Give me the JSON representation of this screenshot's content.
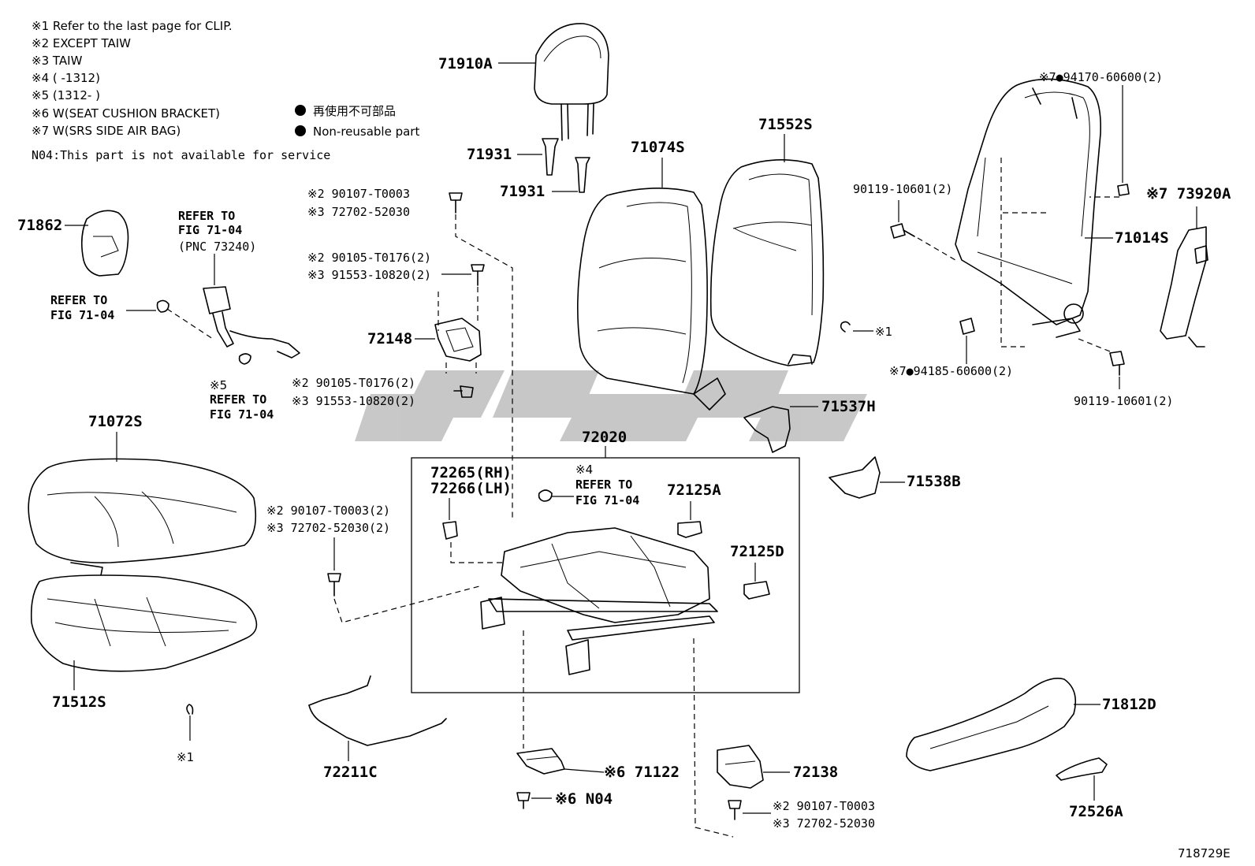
{
  "notes": [
    "※1 Refer to the last page for CLIP.",
    "※2 EXCEPT TAIW",
    "※3 TAIW",
    "※4 (      -1312)",
    "※5 (1312-      )",
    "※6 W(SEAT CUSHION BRACKET)",
    "※7 W(SRS SIDE AIR BAG)",
    "N04:This part is not available for service"
  ],
  "legend": {
    "jp": "再使用不可部品",
    "en": "Non-reusable part"
  },
  "figure_id": "718729E",
  "labels": {
    "p71910A": "71910A",
    "p71931a": "71931",
    "p71931b": "71931",
    "p71074S": "71074S",
    "p71552S": "71552S",
    "p71862": "71862",
    "p71072S": "71072S",
    "p71512S": "71512S",
    "p72148": "72148",
    "p72020": "72020",
    "p72265": "72265(RH)",
    "p72266": "72266(LH)",
    "p72125A": "72125A",
    "p72125D": "72125D",
    "p72211C": "72211C",
    "p71122": "※6 71122",
    "pN04": "※6 N04",
    "p72138": "72138",
    "p71537H": "71537H",
    "p71538B": "71538B",
    "p71014S": "71014S",
    "p73920A": "※7 73920A",
    "p71812D": "71812D",
    "p72526A": "72526A",
    "s_9010710601_top": "90119-10601(2)",
    "s_9010710601_bot": "90119-10601(2)",
    "s_94170": "※7●94170-60600(2)",
    "s_94185": "※7●94185-60600(2)",
    "clip_right": "※1",
    "clip_left": "※1",
    "bolt1_a": "※2 90107-T0003",
    "bolt1_b": "※3 72702-52030",
    "bolt2_a": "※2 90105-T0176(2)",
    "bolt2_b": "※3 91553-10820(2)",
    "bolt3_a": "※2 90105-T0176(2)",
    "bolt3_b": "※3 91553-10820(2)",
    "bolt4_a": "※2 90107-T0003(2)",
    "bolt4_b": "※3 72702-52030(2)",
    "bolt5_a": "※2 90107-T0003",
    "bolt5_b": "※3 72702-52030",
    "ref_belt_1": "REFER TO",
    "ref_belt_2": "FIG 71-04",
    "ref_belt_3": "(PNC 73240)",
    "ref_left_1": "REFER TO",
    "ref_left_2": "FIG 71-04",
    "ref_mid_0": "※5",
    "ref_mid_1": "REFER TO",
    "ref_mid_2": "FIG 71-04",
    "ref_frame_0": "※4",
    "ref_frame_1": "REFER TO",
    "ref_frame_2": "FIG 71-04"
  }
}
